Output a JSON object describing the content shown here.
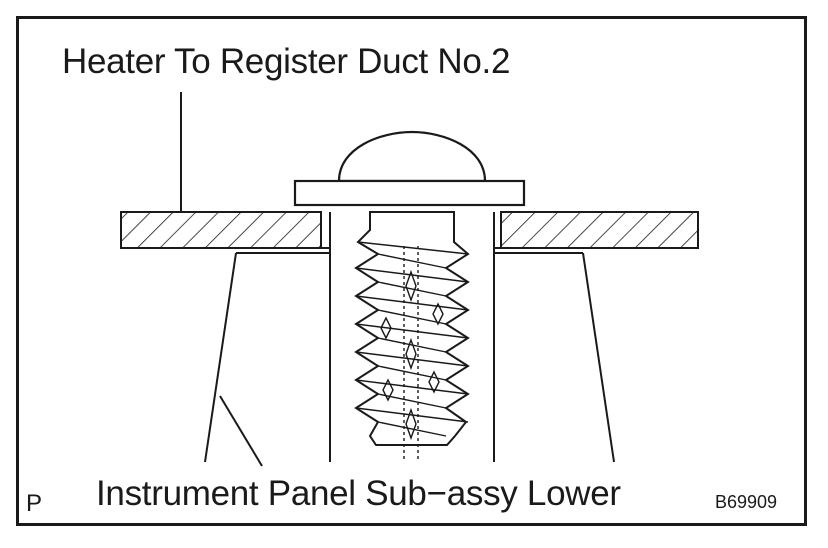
{
  "figure": {
    "labels": {
      "upper_part": "Heater To Register Duct No.2",
      "lower_part": "Instrument Panel Sub−assy Lower",
      "corner_mark": "P",
      "figure_code": "B69909"
    },
    "colors": {
      "ink": "#1a1a1a",
      "paper": "#ffffff"
    }
  }
}
